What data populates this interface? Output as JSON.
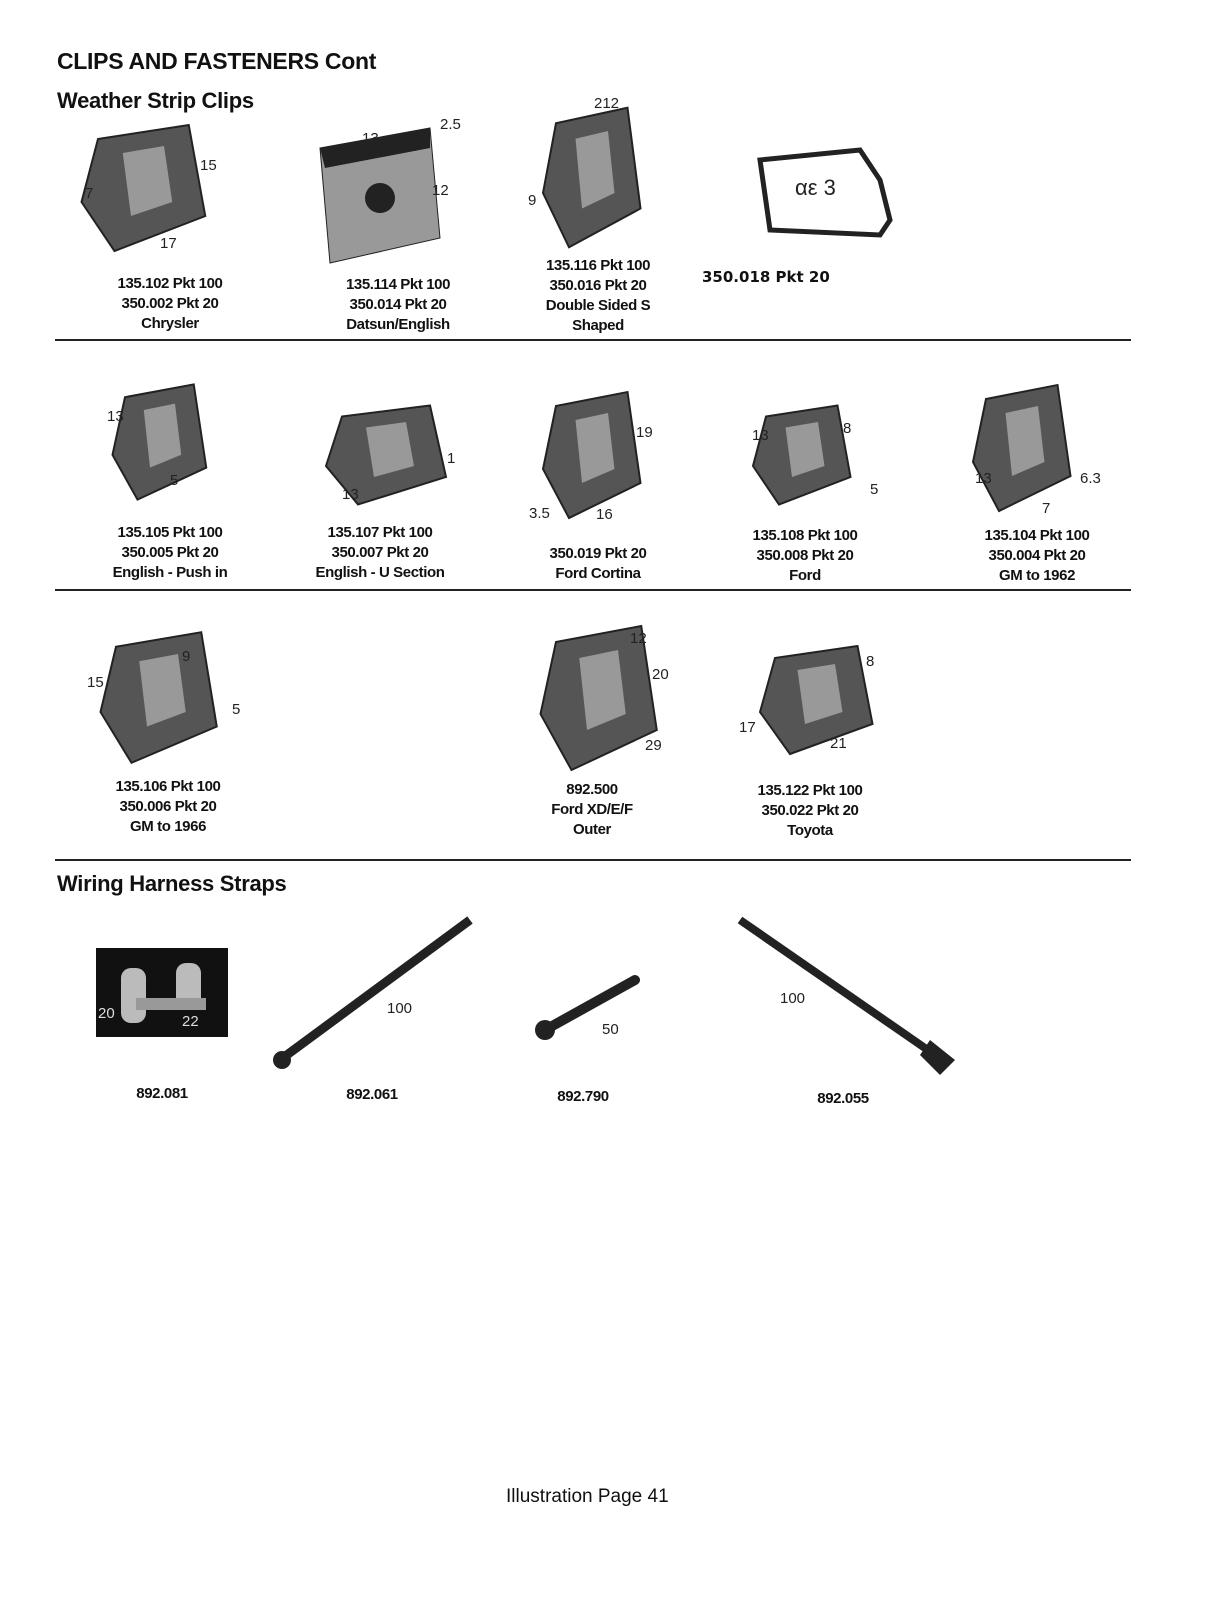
{
  "page_title": "CLIPS AND FASTENERS Cont",
  "sections": [
    {
      "heading": "Weather Strip Clips",
      "items": [
        {
          "lines": [
            "135.102 Pkt 100",
            "350.002 Pkt 20",
            "Chrysler"
          ],
          "dims": [
            "7",
            "15",
            "17"
          ]
        },
        {
          "lines": [
            "135.114 Pkt 100",
            "350.014 Pkt 20",
            "Datsun/English"
          ],
          "dims": [
            "13",
            "2.5",
            "12"
          ]
        },
        {
          "lines": [
            "135.116 Pkt 100",
            "350.016 Pkt 20",
            "Double Sided S",
            "Shaped"
          ],
          "dims": [
            "212",
            "9"
          ]
        },
        {
          "lines": [
            "350.018 Pkt 20"
          ],
          "dims": []
        },
        {
          "lines": [
            "135.105 Pkt 100",
            "350.005 Pkt 20",
            "English - Push in"
          ],
          "dims": [
            "13",
            "5"
          ]
        },
        {
          "lines": [
            "135.107 Pkt 100",
            "350.007 Pkt 20",
            "English - U Section"
          ],
          "dims": [
            "1",
            "13"
          ]
        },
        {
          "lines": [
            "350.019 Pkt 20",
            "Ford Cortina"
          ],
          "dims": [
            "19",
            "3.5",
            "16"
          ]
        },
        {
          "lines": [
            "135.108 Pkt 100",
            "350.008 Pkt 20",
            "Ford"
          ],
          "dims": [
            "13",
            "8",
            "5"
          ]
        },
        {
          "lines": [
            "135.104 Pkt 100",
            "350.004 Pkt 20",
            "GM to 1962"
          ],
          "dims": [
            "13",
            "6.3",
            "7"
          ]
        },
        {
          "lines": [
            "135.106 Pkt 100",
            "350.006 Pkt 20",
            "GM to 1966"
          ],
          "dims": [
            "9",
            "15",
            "5"
          ]
        },
        {
          "lines": [
            "892.500",
            "Ford XD/E/F",
            "Outer"
          ],
          "dims": [
            "12",
            "20",
            "29"
          ]
        },
        {
          "lines": [
            "135.122 Pkt 100",
            "350.022 Pkt 20",
            "Toyota"
          ],
          "dims": [
            "8",
            "17",
            "21"
          ]
        }
      ]
    },
    {
      "heading": "Wiring Harness Straps",
      "items": [
        {
          "lines": [
            "892.081"
          ],
          "dims": [
            "20",
            "22"
          ]
        },
        {
          "lines": [
            "892.061"
          ],
          "dims": [
            "100"
          ]
        },
        {
          "lines": [
            "892.790"
          ],
          "dims": [
            "50"
          ]
        },
        {
          "lines": [
            "892.055"
          ],
          "dims": [
            "100"
          ]
        }
      ]
    }
  ],
  "footer": "Illustration Page 41"
}
